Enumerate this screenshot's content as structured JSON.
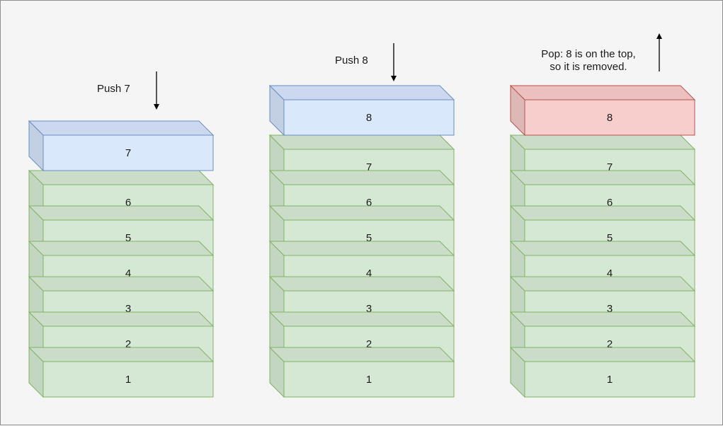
{
  "colors": {
    "stack_front": "#d5e8d4",
    "stack_side": "#c3d6c2",
    "stack_top": "#cbdcc9",
    "stack_stroke": "#82b366",
    "push_front": "#dae8fc",
    "push_side": "#c3cfe3",
    "push_top": "#cbd8ef",
    "push_stroke": "#6c8ebf",
    "pop_front": "#f8cecc",
    "pop_side": "#ddb8b7",
    "pop_top": "#ebc0bf",
    "pop_stroke": "#b85450",
    "arrow": "#000000",
    "background": "#f5f5f5"
  },
  "stacks": [
    {
      "caption": "Push 7",
      "arrow": "down-arrow",
      "element": {
        "label": "7",
        "kind": "push"
      },
      "items": [
        "6",
        "5",
        "4",
        "3",
        "2",
        "1"
      ]
    },
    {
      "caption": "Push 8",
      "arrow": "down-arrow",
      "element": {
        "label": "8",
        "kind": "push"
      },
      "items": [
        "7",
        "6",
        "5",
        "4",
        "3",
        "2",
        "1"
      ]
    },
    {
      "caption_lines": [
        "Pop: 8 is on the top,",
        "so it is removed."
      ],
      "arrow": "up-arrow",
      "element": {
        "label": "8",
        "kind": "pop"
      },
      "items": [
        "7",
        "6",
        "5",
        "4",
        "3",
        "2",
        "1"
      ]
    }
  ]
}
